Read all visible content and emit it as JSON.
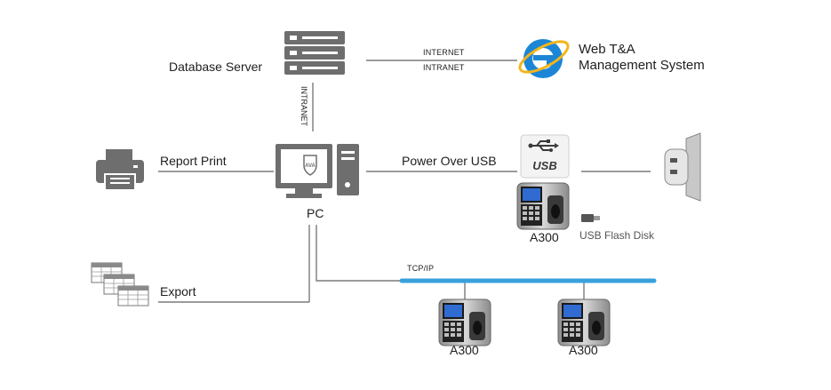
{
  "labels": {
    "database_server": "Database Server",
    "internet": "INTERNET",
    "intranet_h": "INTRANET",
    "web_ta_line1": "Web T&A",
    "web_ta_line2": "Management System",
    "intranet_v": "INTRANET",
    "report_print": "Report Print",
    "pc": "PC",
    "power_over_usb": "Power Over USB",
    "usb_badge": "USB",
    "a300_top": "A300",
    "usb_flash_disk": "USB Flash Disk",
    "tcp_ip": "TCP/IP",
    "export": "Export",
    "a300_left": "A300",
    "a300_right": "A300",
    "monitor_badge": "AVA"
  },
  "icons": {
    "server": "server-stack-icon",
    "browser": "internet-explorer-icon",
    "printer": "printer-icon",
    "pc": "desktop-computer-icon",
    "usb": "usb-icon",
    "terminal": "fingerprint-terminal-icon",
    "flash": "usb-flash-disk-icon",
    "charger": "wall-usb-adapter-icon",
    "sheets": "spreadsheet-stack-icon"
  },
  "colors": {
    "lines": "#7a7a7a",
    "tcp_bus": "#3aa0dc",
    "ie_blue": "#1b86d6",
    "icon_gray": "#6e6e6e"
  }
}
